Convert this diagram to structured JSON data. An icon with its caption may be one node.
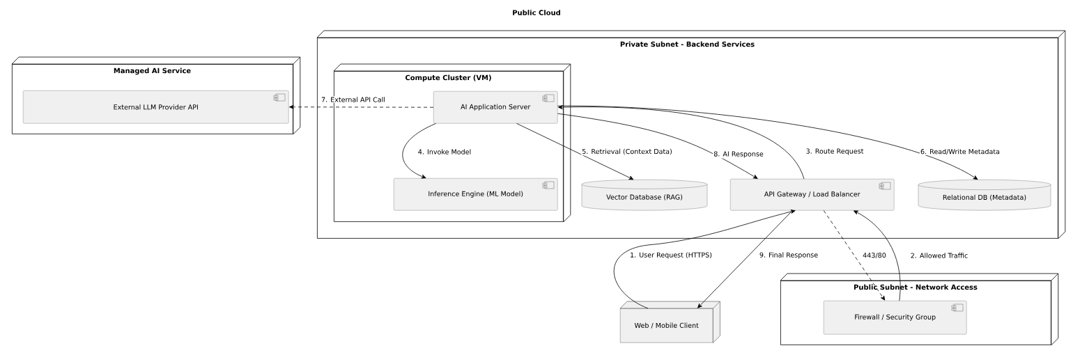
{
  "diagram": {
    "title": "Public Cloud",
    "nodes": [
      {
        "text": [
          "Managed AI Service"
        ]
      },
      {
        "text": [
          "External LLM Provider API"
        ],
        "in": 0
      },
      {
        "text": [
          "Private Subnet - Backend Services"
        ]
      },
      {
        "text": [
          "Compute Cluster (VM)"
        ],
        "in": 2
      },
      {
        "text": [
          "AI Application Server"
        ],
        "in": 3
      },
      {
        "text": [
          "Inference Engine (ML Model)"
        ],
        "in": 3
      },
      {
        "text": [
          "Vector Database (RAG)"
        ],
        "in": 2
      },
      {
        "text": [
          "API Gateway / Load Balancer"
        ],
        "in": 2
      },
      {
        "text": [
          "Relational DB (Metadata)"
        ],
        "in": 2
      },
      {
        "text": [
          "Web / Mobile Client"
        ]
      },
      {
        "text": [
          "Public Subnet - Network Access"
        ]
      },
      {
        "text": [
          "Firewall / Security Group"
        ],
        "in": 10
      }
    ],
    "edges": [
      {
        "from": 9,
        "to": 7,
        "arrow": "to",
        "label": "1. User Request (HTTPS)"
      },
      {
        "from": 11,
        "to": 7,
        "arrow": "to",
        "label": "2. Allowed Traffic"
      },
      {
        "from": 7,
        "to": 4,
        "arrow": "to",
        "label": "3. Route Request"
      },
      {
        "from": 4,
        "to": 5,
        "arrow": "to",
        "label": "4. Invoke Model"
      },
      {
        "from": 4,
        "to": 6,
        "arrow": "to",
        "label": "5. Retrieval (Context Data)"
      },
      {
        "from": 4,
        "to": 8,
        "arrow": "to",
        "label": "6. Read/Write Metadata"
      },
      {
        "from": 4,
        "to": 1,
        "arrow": "to",
        "label": "7. External API Call",
        "style": "dashed"
      },
      {
        "from": 4,
        "to": 7,
        "arrow": "to",
        "label": "8. AI Response"
      },
      {
        "from": 7,
        "to": 9,
        "arrow": "to",
        "label": "9. Final Response"
      },
      {
        "from": 7,
        "to": 11,
        "arrow": "to",
        "label": "443/80",
        "style": "dashed"
      }
    ]
  }
}
